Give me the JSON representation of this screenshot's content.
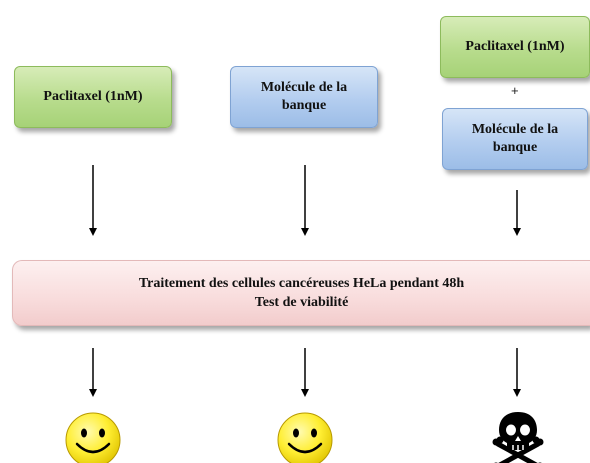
{
  "boxes": {
    "left_paclitaxel": "Paclitaxel (1nM)",
    "middle_molecule_line1": "Molécule de la",
    "middle_molecule_line2": "banque",
    "right_paclitaxel": "Paclitaxel (1nM)",
    "plus": "+",
    "right_molecule_line1": "Molécule de la",
    "right_molecule_line2": "banque"
  },
  "treatment": {
    "line1": "Traitement des cellules cancéreuses HeLa pendant 48h",
    "line2": "Test de viabilité"
  },
  "outcomes": [
    "smiley-face",
    "smiley-face",
    "skull-crossbones"
  ],
  "colors": {
    "green_box": "#b8dc8d",
    "blue_box": "#b3cdef",
    "pink_box": "#f8dcdc",
    "smiley": "#ffee33"
  }
}
